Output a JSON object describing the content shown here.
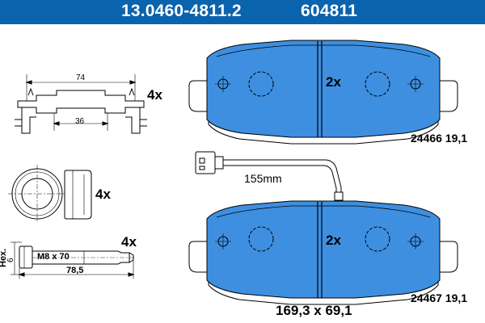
{
  "header": {
    "part_number": "13.0460-4811.2",
    "short_number": "604811"
  },
  "clip_set": {
    "dim_outer": "74",
    "dim_inner": "36",
    "quantity": "4x"
  },
  "bushing_set": {
    "quantity": "4x"
  },
  "bolt_set": {
    "quantity": "4x",
    "thread_label": "M8 x 70",
    "hex_label": "Hex.",
    "hex_value": "6",
    "length": "78,5"
  },
  "pad_top": {
    "quantity": "2x",
    "code": "24466 19,1"
  },
  "pad_bottom": {
    "quantity": "2x",
    "code": "24467 19,1"
  },
  "sensor": {
    "length": "155mm"
  },
  "pad_dimensions": "169,3 x 69,1",
  "colors": {
    "header": "#0a63ad",
    "pad_fill": "#3e8fe0",
    "outline": "#000000"
  }
}
